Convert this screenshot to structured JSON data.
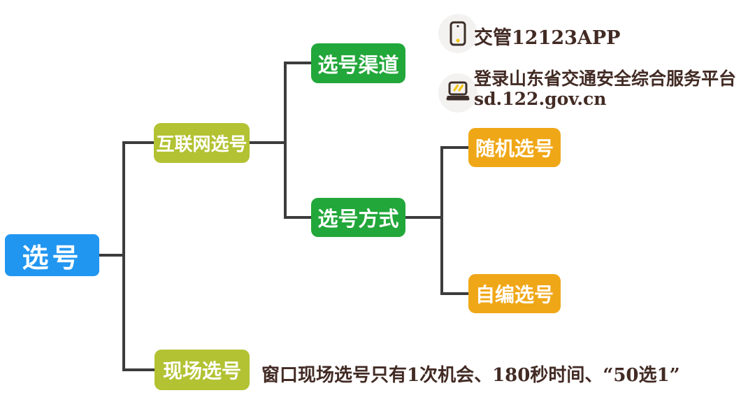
{
  "colors": {
    "blue": "#2196f0",
    "lime": "#b2c232",
    "green": "#22a73a",
    "orange": "#f0a717",
    "ink": "#422b24",
    "line": "#3c3c3c",
    "icon-bg": "#f4f2f0",
    "icon-stroke": "#3c2e28",
    "icon-accent": "#f3c411"
  },
  "root": {
    "label": "选号"
  },
  "internet": {
    "label": "互联网选号"
  },
  "onsite": {
    "label": "现场选号",
    "note": "窗口现场选号只有1次机会、180秒时间、“50选1”"
  },
  "channel": {
    "label": "选号渠道",
    "items": [
      {
        "icon": "phone-icon",
        "label": "交管12123APP"
      },
      {
        "icon": "laptop-icon",
        "label": "登录山东省交通安全综合服务平台",
        "label_line2": "sd.122.gov.cn"
      }
    ]
  },
  "method": {
    "label": "选号方式",
    "options": [
      {
        "label": "随机选号"
      },
      {
        "label": "自编选号"
      }
    ]
  }
}
